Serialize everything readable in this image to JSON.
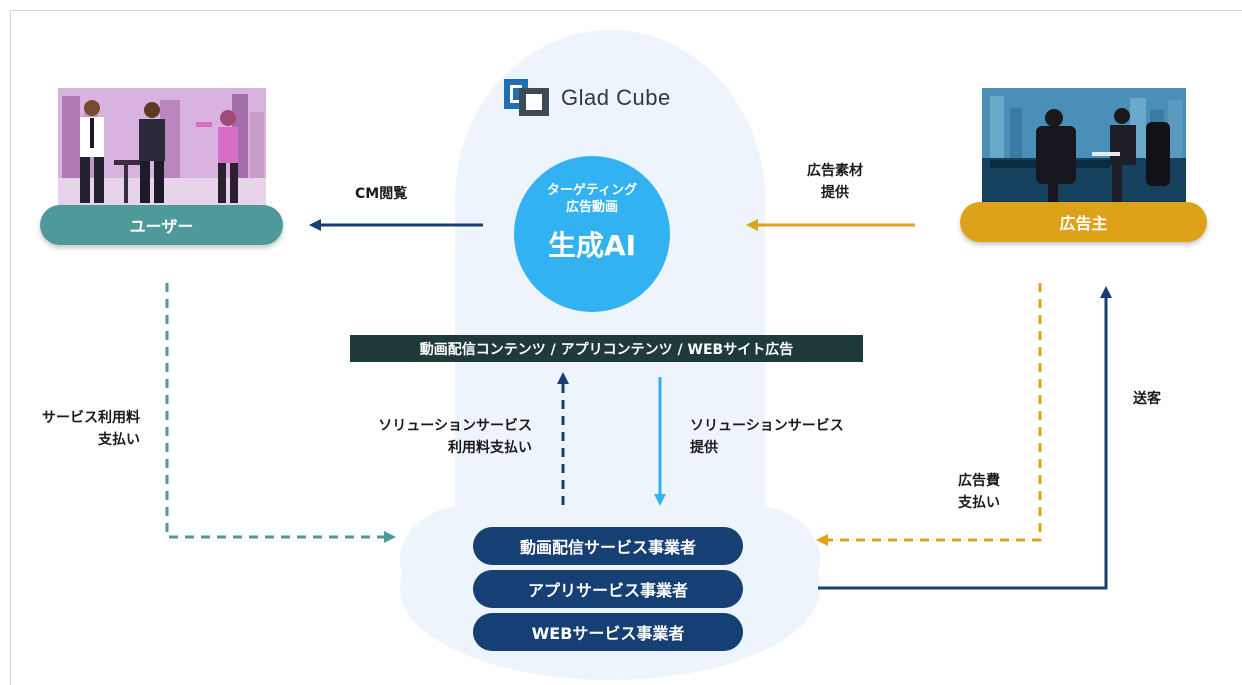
{
  "logo": {
    "text": "Glad Cube"
  },
  "center": {
    "line1": "ターゲティング",
    "line2": "広告動画",
    "main": "生成AI"
  },
  "user": {
    "label": "ユーザー"
  },
  "advertiser": {
    "label": "広告主"
  },
  "banner": {
    "text": "動画配信コンテンツ / アプリコンテンツ /  WEBサイト広告"
  },
  "arrows": {
    "cm_view": "CM閲覧",
    "ad_material_1": "広告素材",
    "ad_material_2": "提供",
    "service_fee_1": "サービス利用料",
    "service_fee_2": "支払い",
    "solution_pay_1": "ソリューションサービス",
    "solution_pay_2": "利用料支払い",
    "solution_provide_1": "ソリューションサービス",
    "solution_provide_2": "提供",
    "ad_fee_1": "広告費",
    "ad_fee_2": "支払い",
    "customer_send": "送客"
  },
  "providers": [
    "動画配信サービス事業者",
    "アプリサービス事業者",
    "WEBサービス事業者"
  ],
  "colors": {
    "teal": "#4e9a9a",
    "navy": "#163f73",
    "gold": "#dda21a",
    "sky": "#33b2f1",
    "cloud": "#eef4fb",
    "banner": "#1f3a3a"
  }
}
